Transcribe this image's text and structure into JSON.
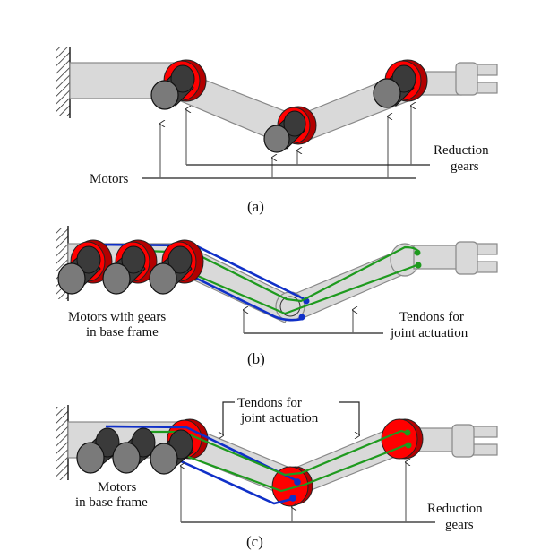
{
  "figure": {
    "panels": [
      {
        "id": "a",
        "caption": "(a)",
        "labels": {
          "motors": "Motors",
          "gears_line1": "Reduction",
          "gears_line2": "gears"
        }
      },
      {
        "id": "b",
        "caption": "(b)",
        "labels": {
          "motors_line1": "Motors  with gears",
          "motors_line2": "in base frame",
          "tendons_line1": "Tendons for",
          "tendons_line2": "joint actuation"
        }
      },
      {
        "id": "c",
        "caption": "(c)",
        "labels": {
          "tendons_line1": "Tendons for",
          "tendons_line2": "joint actuation",
          "motors_line1": "Motors",
          "motors_line2": "in base frame",
          "gears_line1": "Reduction",
          "gears_line2": "gears"
        }
      }
    ],
    "colors": {
      "gear_red": "#ff0000",
      "gear_dark_red": "#b30000",
      "motor_body": "#3a3a3a",
      "motor_face": "#7a7a7a",
      "link_fill": "#d9d9d9",
      "tendon_blue": "#1030c8",
      "tendon_green": "#1e9a1e"
    }
  }
}
